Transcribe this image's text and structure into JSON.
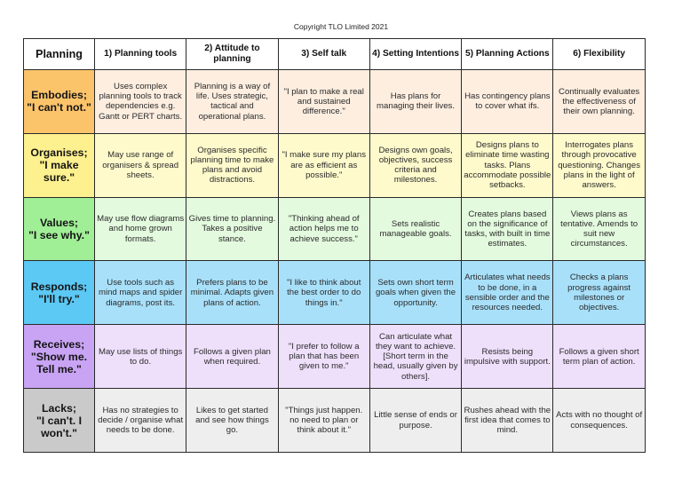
{
  "copyright": "Copyright TLO Limited 2021",
  "table": {
    "corner_label": "Planning",
    "columns": [
      "1) Planning tools",
      "2) Attitude to planning",
      "3) Self talk",
      "4) Setting Intentions",
      "5) Planning Actions",
      "6) Flexibility"
    ],
    "rows": [
      {
        "label_line1": "Embodies;",
        "label_line2": "\"I can't not.\"",
        "label_color": "#FCC46A",
        "cell_color": "#FDEEE0",
        "cells": [
          "Uses complex planning tools to track dependencies e.g. Gantt or PERT charts.",
          "Planning is a way of life. Uses strategic, tactical and operational plans.",
          "\"I plan to make a real and sustained difference.\"",
          "Has plans for managing their lives.",
          "Has contingency plans to cover what ifs.",
          "Continually evaluates the effectiveness of their own planning."
        ]
      },
      {
        "label_line1": "Organises;",
        "label_line2": "\"I make sure.\"",
        "label_color": "#FDF08E",
        "cell_color": "#FEFACC",
        "cells": [
          "May use range of organisers & spread sheets.",
          "Organises specific planning time to make plans and avoid distractions.",
          "\"I make sure my plans are as efficient as possible.\"",
          "Designs own goals, objectives, success criteria and milestones.",
          "Designs plans to eliminate time wasting tasks. Plans accommodate possible setbacks.",
          "Interrogates plans through provocative questioning. Changes plans in the light of answers."
        ]
      },
      {
        "label_line1": "Values;",
        "label_line2": "\"I see why.\"",
        "label_color": "#A0EE96",
        "cell_color": "#E3FADE",
        "cells": [
          "May use flow diagrams and home grown formats.",
          "Gives time to planning. Takes a positive stance.",
          "\"Thinking ahead of action helps me to achieve success.\"",
          "Sets realistic manageable goals.",
          "Creates plans based on the significance of tasks, with built in time estimates.",
          "Views plans as tentative. Amends to suit new circumstances."
        ]
      },
      {
        "label_line1": "Responds;",
        "label_line2": "\"I'll try.\"",
        "label_color": "#5CC8F4",
        "cell_color": "#A8E0FA",
        "cells": [
          "Use tools such as mind maps and spider diagrams, post its.",
          "Prefers plans to be minimal. Adapts given plans of action.",
          "\"I like to think about the best order to do things in.\"",
          "Sets own short term goals when given the opportunity.",
          "Articulates what needs to be done, in a sensible order and the resources needed.",
          "Checks a plans progress against milestones or objectives."
        ]
      },
      {
        "label_line1": "Receives;",
        "label_line2": "\"Show me. Tell me.\"",
        "label_color": "#C9A4F4",
        "cell_color": "#EEDFFB",
        "cells": [
          "May use lists of things to do.",
          "Follows a given plan when required.",
          "\"I prefer to follow a plan that has been given to me.\"",
          "Can articulate what they want to achieve. [Short term in the head, usually given by others].",
          "Resists being impulsive with support.",
          "Follows a given short term plan of action."
        ]
      },
      {
        "label_line1": "Lacks;",
        "label_line2": "\"I can't. I won't.\"",
        "label_color": "#CACACA",
        "cell_color": "#EEEEEE",
        "cells": [
          "Has no strategies to decide / organise what needs to be done.",
          "Likes to get started and see how things go.",
          "\"Things just happen. no need to plan or think about it.\"",
          "Little sense of ends or purpose.",
          "Rushes ahead with the first idea that comes to mind.",
          "Acts with no thought of consequences."
        ]
      }
    ]
  }
}
